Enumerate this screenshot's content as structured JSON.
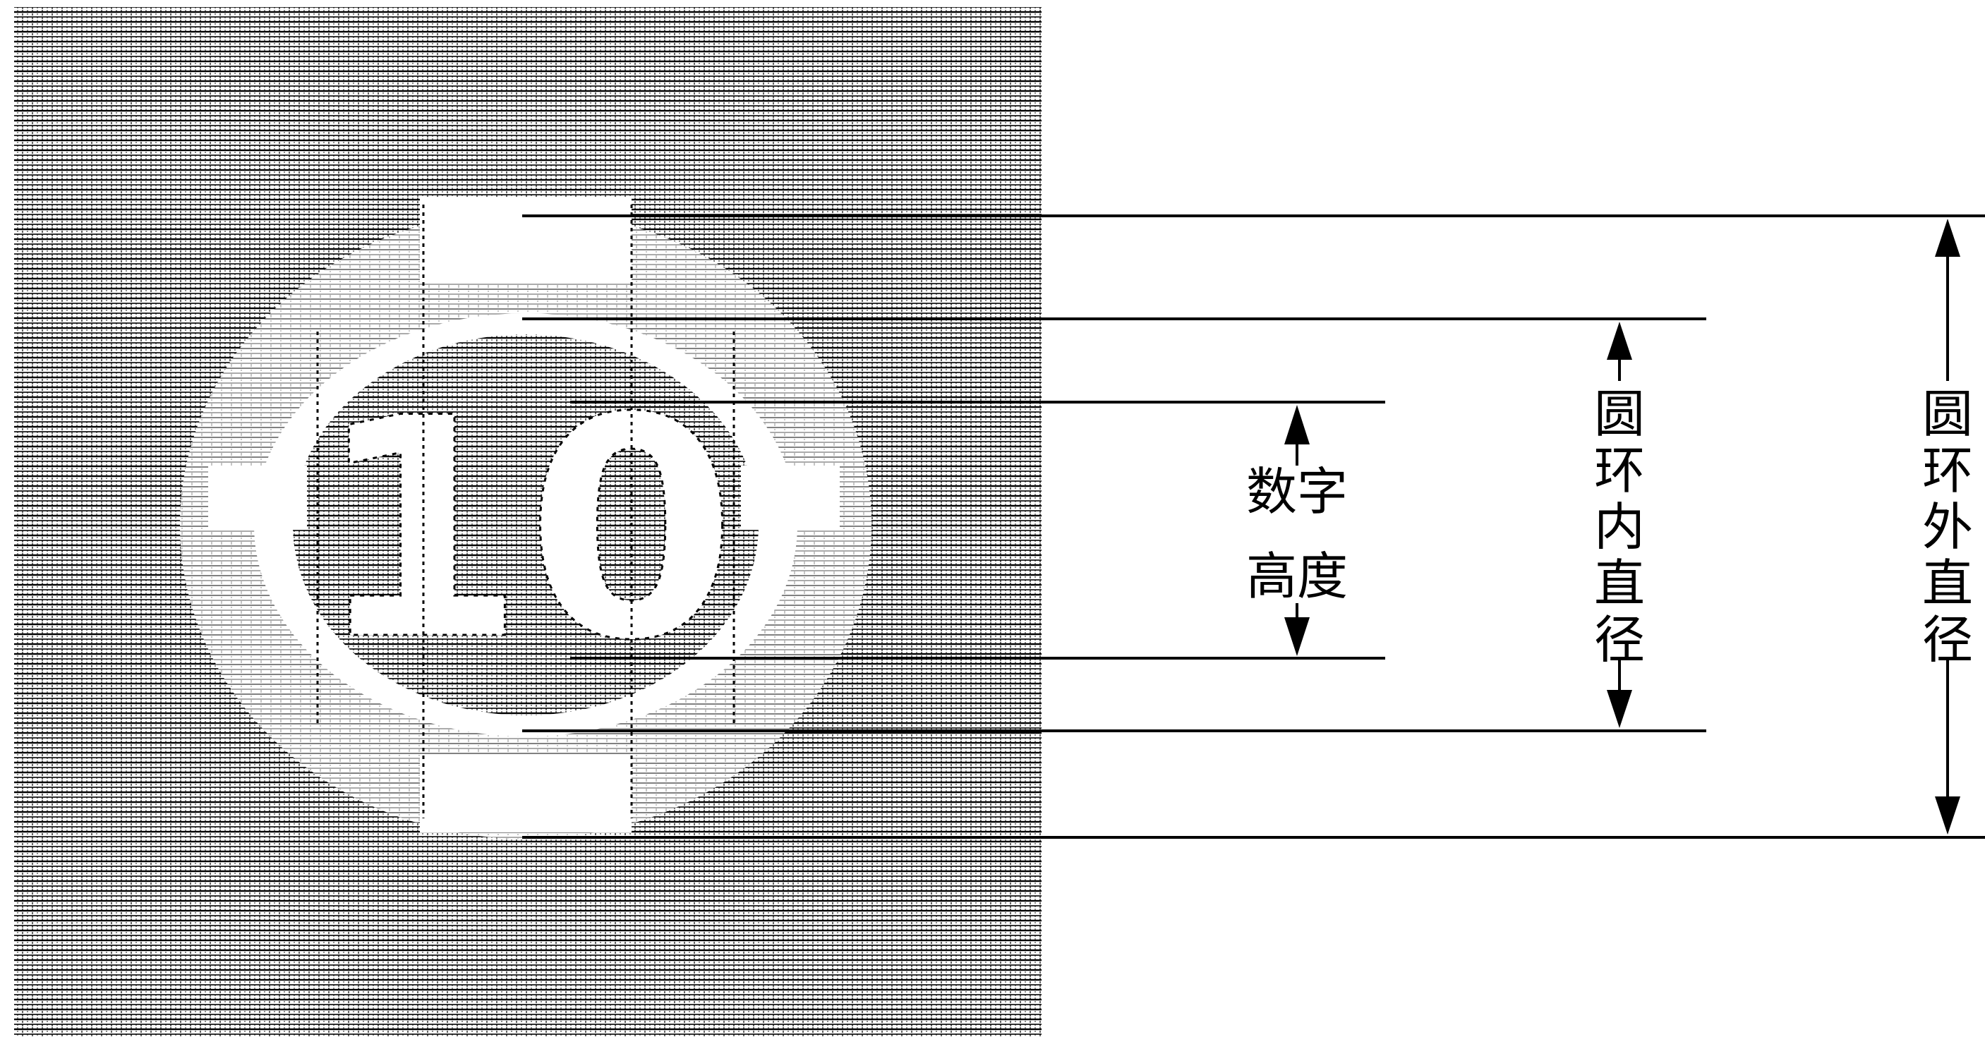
{
  "diagram": {
    "sign_number": "10",
    "labels": {
      "digit_height": [
        "数字",
        "高度"
      ],
      "ring_inner_diameter": [
        "圆",
        "环",
        "内",
        "直",
        "径"
      ],
      "ring_outer_diameter": [
        "圆",
        "环",
        "外",
        "直",
        "径"
      ]
    },
    "colors": {
      "ink": "#000000",
      "background": "#ffffff"
    }
  }
}
